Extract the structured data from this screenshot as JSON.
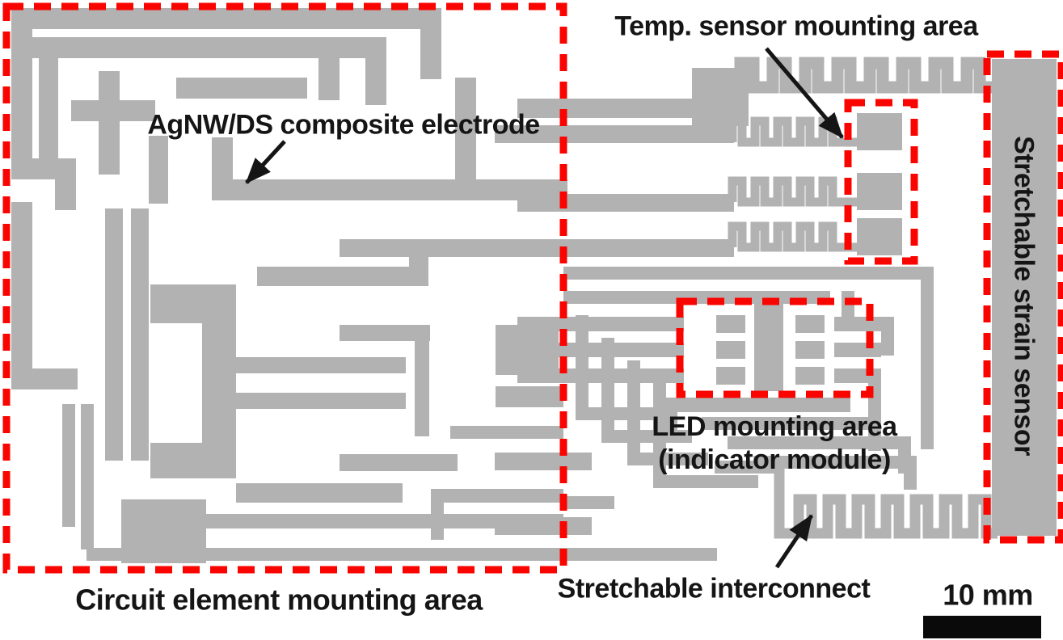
{
  "figure": {
    "labels": {
      "temp_sensor": "Temp. sensor mounting area",
      "electrode": "AgNW/DS composite electrode",
      "led_line1": "LED mounting area",
      "led_line2": "(indicator module)",
      "interconnect": "Stretchable interconnect",
      "circuit_area": "Circuit element mounting area",
      "strain_sensor": "Stretchable strain sensor",
      "scale": "10 mm"
    },
    "colors": {
      "trace": "#b2b2b2",
      "highlight": "#fa0400",
      "annotation": "#151515",
      "scalebar": "#0a0a0a"
    }
  }
}
